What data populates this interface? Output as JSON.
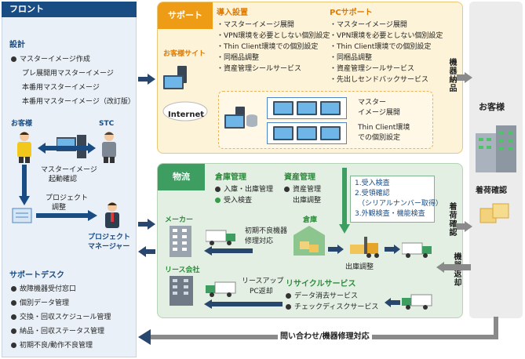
{
  "front": {
    "header": "フロント",
    "design": {
      "title": "設計",
      "items": [
        "マスターイメージ作成",
        "プレ展開用マスターイメージ",
        "本番用マスターイメージ",
        "本番用マスターイメージ（改訂版）"
      ]
    },
    "customer_label": "お客様",
    "stc_label": "STC",
    "master_confirm": [
      "マスターイメージ",
      "起動確認"
    ],
    "project_adjust": [
      "プロジェクト",
      "調整"
    ],
    "pm_label": [
      "プロジェクト",
      "マネージャー"
    ],
    "support_desk": {
      "title": "サポートデスク",
      "items": [
        "故障機器受付窓口",
        "個別データ管理",
        "交換・回収スケジュール管理",
        "納品・回収ステータス管理",
        "初期不良/動作不良管理"
      ]
    }
  },
  "support": {
    "header": "サポート",
    "customer_site": "お客様サイト",
    "internet": "Internet",
    "install": {
      "title": "導入設置",
      "items": [
        "・マスターイメージ展開",
        "・VPN環境を必要としない個別設定",
        "・Thin Client環境での個別設定",
        "・同梱品調整",
        "・資産管理シールサービス"
      ]
    },
    "pc_support": {
      "title": "PCサポート",
      "items": [
        "・マスターイメージ展開",
        "・VPN環境を必要としない個別設定",
        "・Thin Client環境での個別設定",
        "・同梱品調整",
        "・資産管理シールサービス",
        "・先出しセンドバックサービス"
      ]
    },
    "master_deploy": [
      "マスター",
      "イメージ展開"
    ],
    "thin_client": [
      "Thin Client環境",
      "での個別設定"
    ]
  },
  "logistics": {
    "header": "物流",
    "warehouse_mgmt": {
      "title": "倉庫管理",
      "items": [
        "入庫・出庫管理",
        "受入検査"
      ]
    },
    "asset_mgmt": {
      "title": "資産管理",
      "items": [
        "資産管理",
        "出庫調整"
      ]
    },
    "steps": [
      "1.受入検査",
      "2.受領確認",
      "（シリアルナンバー取得）",
      "3.外観検査・機能検査"
    ],
    "maker": "メーカー",
    "initial_defect": [
      "初期不良機器",
      "修理対応"
    ],
    "warehouse": "倉庫",
    "shipping": "出庫調整",
    "lease_company": "リース会社",
    "lease_up": [
      "リースアップ",
      "PC返却"
    ],
    "recycle": {
      "title": "リサイクルサービス",
      "items": [
        "データ消去サービス",
        "チェックディスクサービス"
      ]
    }
  },
  "customer": {
    "label": "お客様",
    "delivery_check": "着荷確認"
  },
  "flows": {
    "device_delivery": "機器納品",
    "arrival_check": "着荷確認",
    "device_return": "機器返却",
    "inquiry": "問い合わせ/機器修理対応"
  },
  "colors": {
    "front_header": "#1a4c84",
    "support_orange": "#ee9b16",
    "logistics_green": "#3e9e62",
    "arrow_blue": "#27476e",
    "arrow_gray": "#8a8a8a"
  }
}
